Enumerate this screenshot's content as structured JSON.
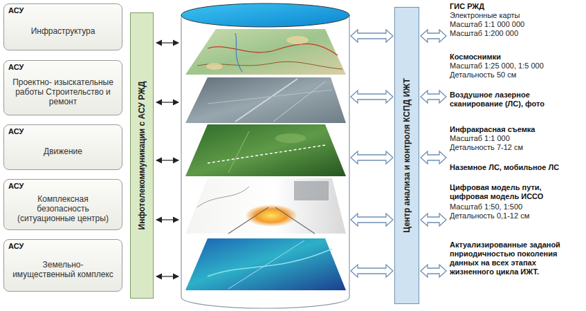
{
  "diagram": {
    "nodes": [
      {
        "text": [
          "АСУ",
          "Инфраструктура"
        ]
      },
      {
        "text": [
          "АСУ",
          "Проектно- изыскательные работы Строительство и ремонт"
        ]
      },
      {
        "text": [
          "АСУ",
          "Движение"
        ]
      },
      {
        "text": [
          "АСУ",
          "Комплексная безопасность (ситуационные центры)"
        ]
      },
      {
        "text": [
          "АСУ",
          "Земельно- имущественный комплекс"
        ]
      },
      {
        "text": [
          "Инфотелекоммуникации с АСУ РЖД"
        ]
      },
      {
        "text": [
          "Центр анализа и контроля КСПД ИЖТ"
        ]
      }
    ],
    "labels": [
      "ГИС РЖД",
      "Электронные карты",
      "Масштаб 1:1 000 000",
      "Масштаб 1:200 000",
      "Космоснимки",
      "Масштаб 1:25 000, 1:5 000",
      "Детальность 50 см",
      "Воздушное лазерное сканирование (ЛС), фото",
      "Инфракрасная съемка",
      "Масштаб 1:1 000",
      "Детальность 7-12 см",
      "Наземное ЛС, мобильное ЛС",
      "Цифровая модель пути, цифровая модель ИССО",
      "Масштаб 1:50, 1:500",
      "Детальность 0,1-12 см",
      "Актуализированные заданой пнриодичностью поколения данных на всех этапах жизненного цикла ИЖТ."
    ]
  }
}
